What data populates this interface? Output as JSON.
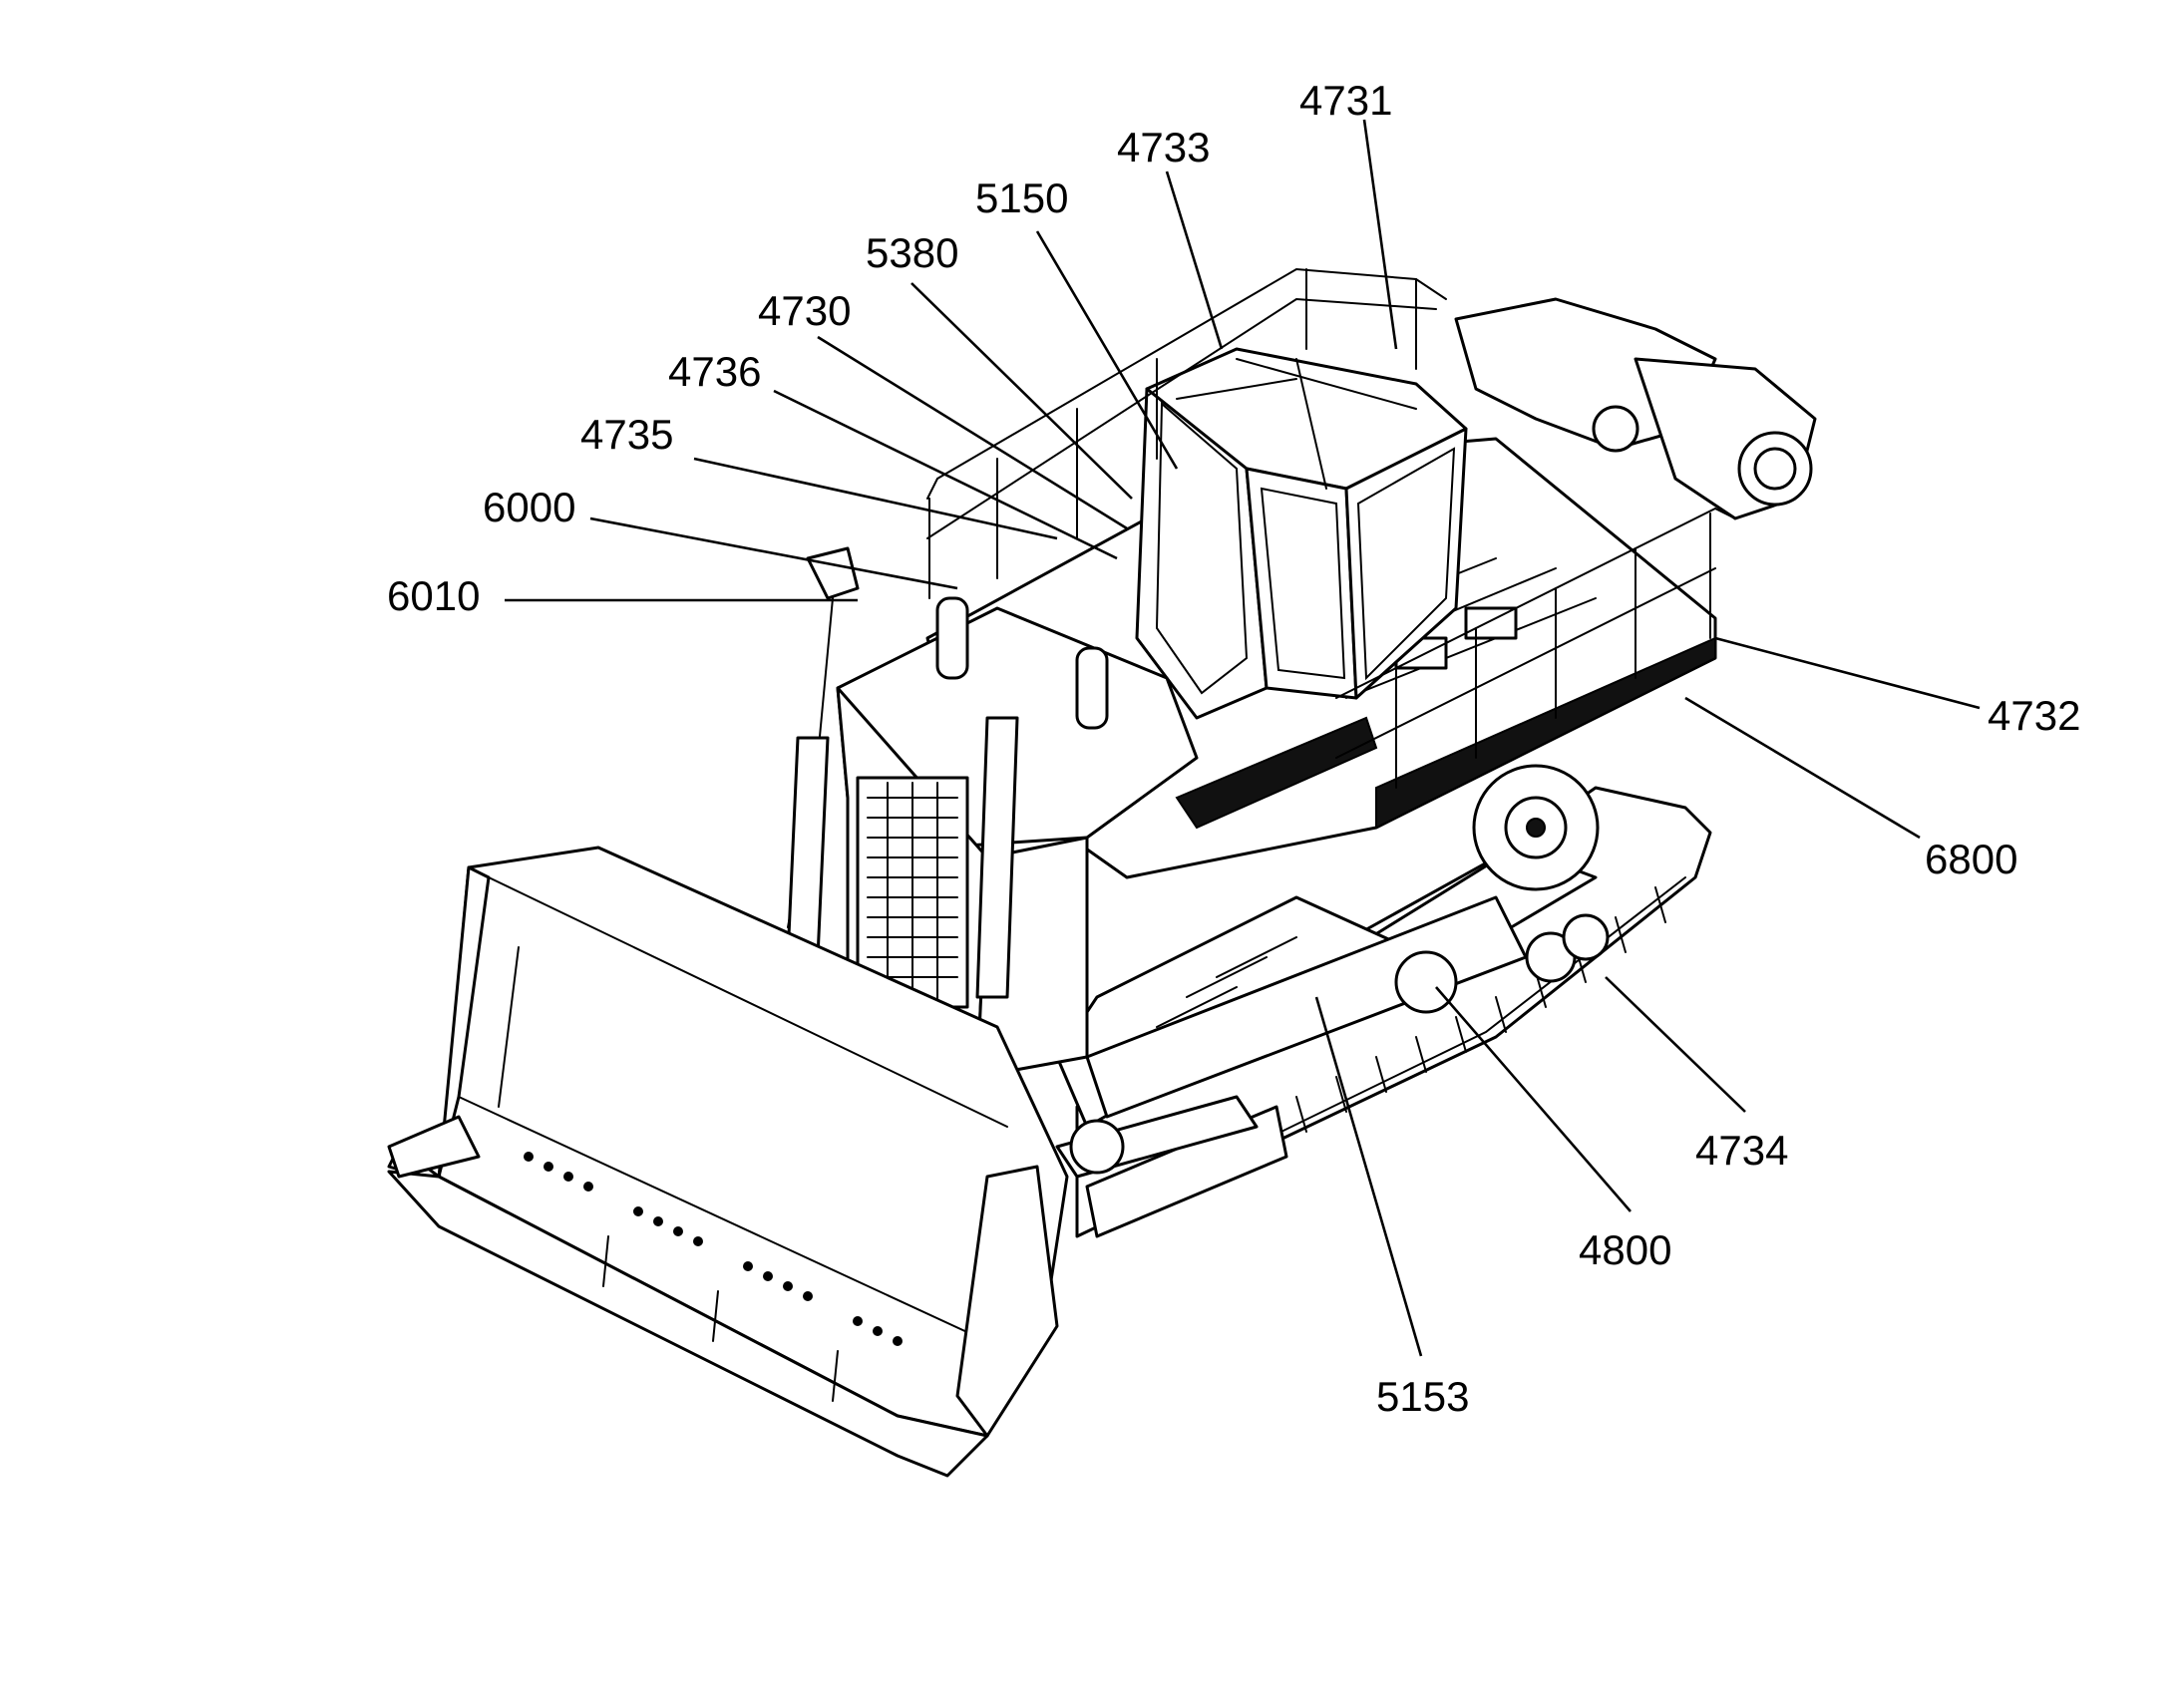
{
  "figure": {
    "reference_numerals": [
      "4731",
      "4733",
      "5150",
      "5380",
      "4730",
      "4736",
      "4735",
      "6000",
      "6010",
      "4732",
      "6800",
      "4734",
      "4800",
      "5153"
    ]
  }
}
